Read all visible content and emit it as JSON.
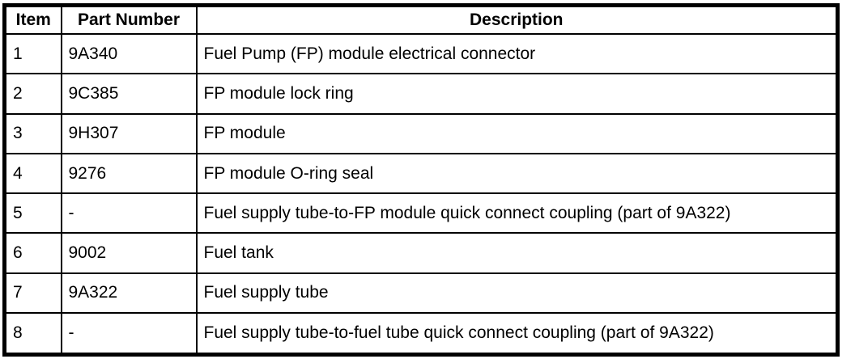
{
  "table": {
    "headers": {
      "item": "Item",
      "part_number": "Part Number",
      "description": "Description"
    },
    "rows": [
      {
        "item": "1",
        "part_number": "9A340",
        "description": "Fuel Pump (FP) module electrical connector"
      },
      {
        "item": "2",
        "part_number": "9C385",
        "description": "FP module lock ring"
      },
      {
        "item": "3",
        "part_number": "9H307",
        "description": "FP module"
      },
      {
        "item": "4",
        "part_number": "9276",
        "description": "FP module O-ring seal"
      },
      {
        "item": "5",
        "part_number": "-",
        "description": "Fuel supply tube-to-FP module quick connect coupling (part of 9A322)"
      },
      {
        "item": "6",
        "part_number": "9002",
        "description": "Fuel tank"
      },
      {
        "item": "7",
        "part_number": "9A322",
        "description": "Fuel supply tube"
      },
      {
        "item": "8",
        "part_number": "-",
        "description": "Fuel supply tube-to-fuel tube quick connect coupling (part of 9A322)"
      }
    ],
    "colors": {
      "border": "#000000",
      "background": "#ffffff",
      "text": "#000000"
    }
  }
}
